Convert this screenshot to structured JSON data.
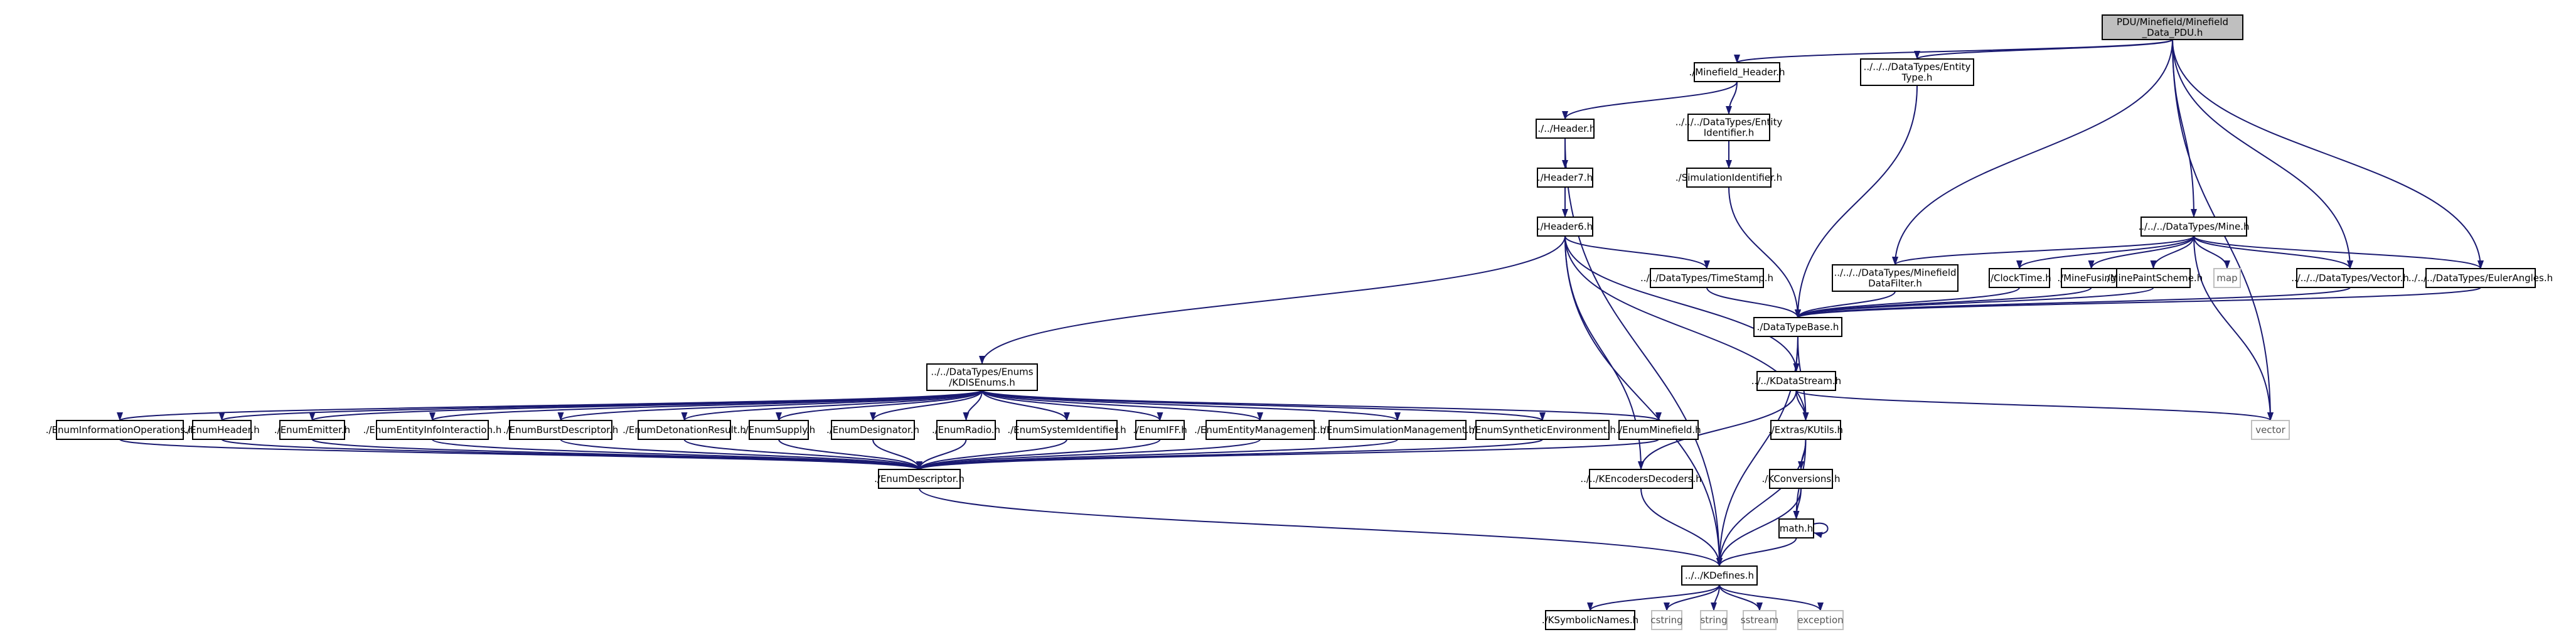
{
  "diagram": {
    "edge_color": "#191970",
    "root_fill": "#bfbfbf",
    "system_border": "#bfbfbf",
    "nodes": [
      {
        "id": "root",
        "lines": [
          "PDU/Minefield/Minefield",
          "_Data_PDU.h"
        ],
        "kind": "root"
      },
      {
        "id": "mhdr",
        "lines": [
          "./Minefield_Header.h"
        ]
      },
      {
        "id": "etype",
        "lines": [
          "../../../DataTypes/Entity",
          "Type.h"
        ]
      },
      {
        "id": "hdr",
        "lines": [
          "../../Header.h"
        ]
      },
      {
        "id": "eid",
        "lines": [
          "../../../DataTypes/Entity",
          "Identifier.h"
        ]
      },
      {
        "id": "hdr7",
        "lines": [
          "./Header7.h"
        ]
      },
      {
        "id": "simid",
        "lines": [
          "./SimulationIdentifier.h"
        ]
      },
      {
        "id": "hdr6",
        "lines": [
          "./Header6.h"
        ]
      },
      {
        "id": "ts",
        "lines": [
          "../../DataTypes/TimeStamp.h"
        ]
      },
      {
        "id": "mine",
        "lines": [
          "../../../DataTypes/Mine.h"
        ]
      },
      {
        "id": "mdf",
        "lines": [
          "../../../DataTypes/Minefield",
          "DataFilter.h"
        ]
      },
      {
        "id": "clock",
        "lines": [
          "./ClockTime.h"
        ]
      },
      {
        "id": "mfuse",
        "lines": [
          "./MineFusing.h"
        ]
      },
      {
        "id": "mpaint",
        "lines": [
          "./MinePaintScheme.h"
        ]
      },
      {
        "id": "map",
        "lines": [
          "map"
        ],
        "kind": "sys"
      },
      {
        "id": "vec",
        "lines": [
          "../../../DataTypes/Vector.h"
        ]
      },
      {
        "id": "euler",
        "lines": [
          "../../../DataTypes/EulerAngles.h"
        ]
      },
      {
        "id": "dtb",
        "lines": [
          "./DataTypeBase.h"
        ]
      },
      {
        "id": "enums",
        "lines": [
          "../../DataTypes/Enums",
          "/KDISEnums.h"
        ]
      },
      {
        "id": "kds",
        "lines": [
          "../../KDataStream.h"
        ]
      },
      {
        "id": "e_io",
        "lines": [
          "./EnumInformationOperations.h"
        ]
      },
      {
        "id": "e_hdr",
        "lines": [
          "./EnumHeader.h"
        ]
      },
      {
        "id": "e_emit",
        "lines": [
          "./EnumEmitter.h"
        ]
      },
      {
        "id": "e_ent",
        "lines": [
          "./EnumEntityInfoInteraction.h"
        ]
      },
      {
        "id": "e_burst",
        "lines": [
          "./EnumBurstDescriptor.h"
        ]
      },
      {
        "id": "e_det",
        "lines": [
          "./EnumDetonationResult.h"
        ]
      },
      {
        "id": "e_sup",
        "lines": [
          "./EnumSupply.h"
        ]
      },
      {
        "id": "e_des",
        "lines": [
          "./EnumDesignator.h"
        ]
      },
      {
        "id": "e_rad",
        "lines": [
          "./EnumRadio.h"
        ]
      },
      {
        "id": "e_sys",
        "lines": [
          "./EnumSystemIdentifier.h"
        ]
      },
      {
        "id": "e_iff",
        "lines": [
          "./EnumIFF.h"
        ]
      },
      {
        "id": "e_em",
        "lines": [
          "./EnumEntityManagement.h"
        ]
      },
      {
        "id": "e_sim",
        "lines": [
          "./EnumSimulationManagement.h"
        ]
      },
      {
        "id": "e_syn",
        "lines": [
          "./EnumSyntheticEnvironment.h"
        ]
      },
      {
        "id": "e_mf",
        "lines": [
          "./EnumMinefield.h"
        ]
      },
      {
        "id": "kencdec",
        "lines": [
          "../../KEncodersDecoders.h"
        ]
      },
      {
        "id": "extras",
        "lines": [
          "./Extras/KUtils.h"
        ]
      },
      {
        "id": "vector",
        "lines": [
          "vector"
        ],
        "kind": "sys"
      },
      {
        "id": "edesc",
        "lines": [
          "./EnumDescriptor.h"
        ]
      },
      {
        "id": "kconv",
        "lines": [
          "./KConversions.h"
        ]
      },
      {
        "id": "math",
        "lines": [
          "math.h"
        ]
      },
      {
        "id": "kdef",
        "lines": [
          "../../KDefines.h"
        ]
      },
      {
        "id": "ksym",
        "lines": [
          "./KSymbolicNames.h"
        ]
      },
      {
        "id": "cstring",
        "lines": [
          "cstring"
        ],
        "kind": "sys"
      },
      {
        "id": "string",
        "lines": [
          "string"
        ],
        "kind": "sys"
      },
      {
        "id": "sstream",
        "lines": [
          "sstream"
        ],
        "kind": "sys"
      },
      {
        "id": "exception",
        "lines": [
          "exception"
        ],
        "kind": "sys"
      }
    ],
    "edges": [
      [
        "root",
        "mhdr"
      ],
      [
        "root",
        "etype"
      ],
      [
        "root",
        "mine"
      ],
      [
        "root",
        "mdf"
      ],
      [
        "root",
        "vec"
      ],
      [
        "root",
        "euler"
      ],
      [
        "root",
        "vector"
      ],
      [
        "mhdr",
        "hdr"
      ],
      [
        "mhdr",
        "eid"
      ],
      [
        "etype",
        "dtb"
      ],
      [
        "hdr",
        "hdr7"
      ],
      [
        "hdr",
        "kdef"
      ],
      [
        "eid",
        "simid"
      ],
      [
        "simid",
        "dtb"
      ],
      [
        "hdr7",
        "hdr6"
      ],
      [
        "hdr6",
        "ts"
      ],
      [
        "hdr6",
        "enums"
      ],
      [
        "hdr6",
        "kds"
      ],
      [
        "hdr6",
        "kdef"
      ],
      [
        "hdr6",
        "kencdec"
      ],
      [
        "hdr6",
        "extras"
      ],
      [
        "ts",
        "dtb"
      ],
      [
        "mine",
        "mdf"
      ],
      [
        "mine",
        "clock"
      ],
      [
        "mine",
        "mfuse"
      ],
      [
        "mine",
        "mpaint"
      ],
      [
        "mine",
        "map"
      ],
      [
        "mine",
        "vec"
      ],
      [
        "mine",
        "euler"
      ],
      [
        "mine",
        "vector"
      ],
      [
        "mdf",
        "dtb"
      ],
      [
        "clock",
        "dtb"
      ],
      [
        "mfuse",
        "dtb"
      ],
      [
        "mpaint",
        "dtb"
      ],
      [
        "vec",
        "dtb"
      ],
      [
        "euler",
        "dtb"
      ],
      [
        "dtb",
        "kds"
      ],
      [
        "dtb",
        "extras"
      ],
      [
        "dtb",
        "kdef"
      ],
      [
        "enums",
        "e_io"
      ],
      [
        "enums",
        "e_hdr"
      ],
      [
        "enums",
        "e_emit"
      ],
      [
        "enums",
        "e_ent"
      ],
      [
        "enums",
        "e_burst"
      ],
      [
        "enums",
        "e_det"
      ],
      [
        "enums",
        "e_sup"
      ],
      [
        "enums",
        "e_des"
      ],
      [
        "enums",
        "e_rad"
      ],
      [
        "enums",
        "e_sys"
      ],
      [
        "enums",
        "e_iff"
      ],
      [
        "enums",
        "e_em"
      ],
      [
        "enums",
        "e_sim"
      ],
      [
        "enums",
        "e_syn"
      ],
      [
        "enums",
        "e_mf"
      ],
      [
        "e_io",
        "edesc"
      ],
      [
        "e_hdr",
        "edesc"
      ],
      [
        "e_emit",
        "edesc"
      ],
      [
        "e_ent",
        "edesc"
      ],
      [
        "e_burst",
        "edesc"
      ],
      [
        "e_det",
        "edesc"
      ],
      [
        "e_sup",
        "edesc"
      ],
      [
        "e_des",
        "edesc"
      ],
      [
        "e_rad",
        "edesc"
      ],
      [
        "e_sys",
        "edesc"
      ],
      [
        "e_iff",
        "edesc"
      ],
      [
        "e_em",
        "edesc"
      ],
      [
        "e_sim",
        "edesc"
      ],
      [
        "e_syn",
        "edesc"
      ],
      [
        "e_mf",
        "edesc"
      ],
      [
        "edesc",
        "kdef"
      ],
      [
        "kds",
        "kencdec"
      ],
      [
        "kds",
        "extras"
      ],
      [
        "kds",
        "vector"
      ],
      [
        "kencdec",
        "kdef"
      ],
      [
        "extras",
        "kconv"
      ],
      [
        "extras",
        "math"
      ],
      [
        "extras",
        "kdef"
      ],
      [
        "kconv",
        "math"
      ],
      [
        "kconv",
        "kdef"
      ],
      [
        "math",
        "math"
      ],
      [
        "math",
        "kdef"
      ],
      [
        "kdef",
        "ksym"
      ],
      [
        "kdef",
        "cstring"
      ],
      [
        "kdef",
        "string"
      ],
      [
        "kdef",
        "sstream"
      ],
      [
        "kdef",
        "exception"
      ]
    ]
  }
}
